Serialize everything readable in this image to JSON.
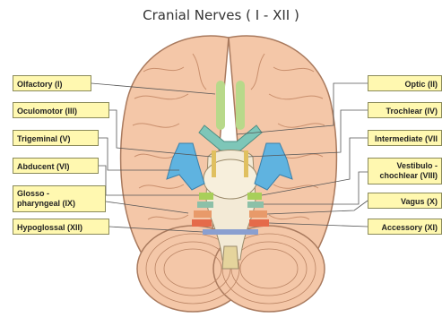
{
  "title": "Cranial Nerves ( I - XII )",
  "colors": {
    "brain": "#f4c7a8",
    "brain_outline": "#a97a5e",
    "olfactory": "#b8d98a",
    "optic": "#7ec6b8",
    "trigeminal": "#5fb3e0",
    "facial": "#e0c060",
    "vagus": "#a8cf5a",
    "accessory": "#e56a4a",
    "label_bg": "#fff8b0"
  },
  "labels_left": {
    "olfactory": "Olfactory (I)",
    "oculomotor": "Oculomotor (III)",
    "trigeminal": "Trigeminal (V)",
    "abducent": "Abducent (VI)",
    "glossopharyngeal_1": "Glosso -",
    "glossopharyngeal_2": "pharyngeal (IX)",
    "hypoglossal": "Hypoglossal (XII)"
  },
  "labels_right": {
    "optic": "Optic (II)",
    "trochlear": "Trochlear (IV)",
    "intermediate": "Intermediate (VII",
    "vestibulo_1": "Vestibulo -",
    "vestibulo_2": "chochlear (VIII)",
    "vagus": "Vagus (X)",
    "accessory": "Accessory (XI)"
  }
}
